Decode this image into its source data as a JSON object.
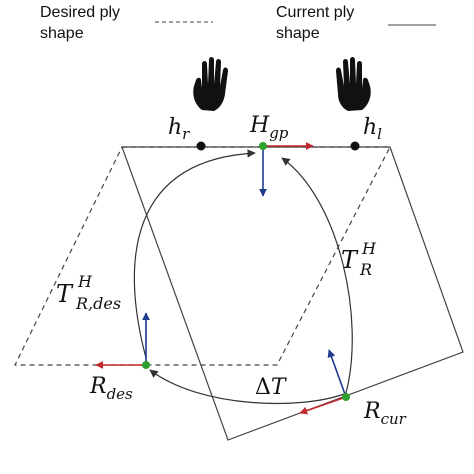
{
  "legend": {
    "desired_label": "Desired ply\nshape",
    "current_label": "Current ply\nshape"
  },
  "labels": {
    "h_r": {
      "base": "h",
      "sub": "r"
    },
    "h_l": {
      "base": "h",
      "sub": "l"
    },
    "H_gp": {
      "base": "H",
      "sub": "gp"
    },
    "T_R_H": {
      "base": "T",
      "sup": "H",
      "sub": "R"
    },
    "T_Rdes_H": {
      "base": "T",
      "sup": "H",
      "sub": "R,des"
    },
    "R_des": {
      "base": "R",
      "sub": "des"
    },
    "R_cur": {
      "base": "R",
      "sub": "cur"
    },
    "delta_T": {
      "delta": "Δ",
      "base": "T"
    }
  },
  "colors": {
    "frame_x": "#c0282b",
    "frame_y": "#1f3a8a",
    "origin": "#2ea02e",
    "line": "#333333",
    "hand": "#111111"
  },
  "icons": {
    "left_hand": "hand-icon",
    "right_hand": "hand-icon"
  }
}
